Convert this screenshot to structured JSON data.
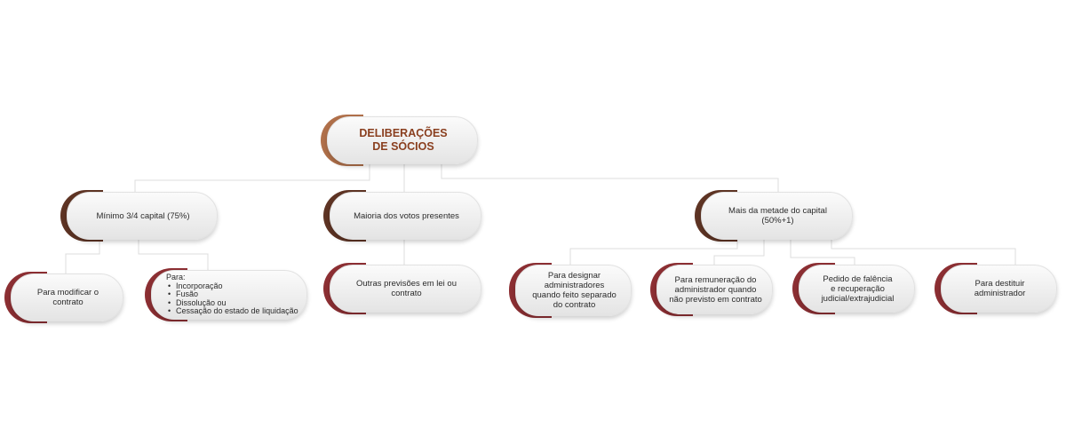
{
  "colors": {
    "accent_root": "#b0704a",
    "accent_brown": "#5e3424",
    "accent_red": "#8c2f33",
    "connector": "#dcdcdc",
    "title_text": "#8a3f1f"
  },
  "diagram": {
    "root": {
      "label_line1": "DELIBERAÇÕES",
      "label_line2": "DE SÓCIOS"
    },
    "level1": [
      {
        "label": "Mínimo 3/4 capital (75%)"
      },
      {
        "label": "Maioria dos votos presentes"
      },
      {
        "label": "Mais da metade do capital (50%+1)"
      }
    ],
    "level2": {
      "modificar": {
        "label_line1": "Para modificar o",
        "label_line2": "contrato"
      },
      "para_list": {
        "heading": "Para:",
        "items": [
          "Incorporação",
          "Fusão",
          "Dissolução ou",
          "Cessação do estado de liquidação"
        ]
      },
      "outras": {
        "label": "Outras previsões em lei ou contrato"
      },
      "designar": {
        "lines": [
          "Para designar",
          "administradores",
          "quando feito separado",
          "do contrato"
        ]
      },
      "remuneracao": {
        "lines": [
          "Para remuneração do",
          "administrador quando",
          "não previsto em contrato"
        ]
      },
      "falencia": {
        "lines": [
          "Pedido de falência",
          "e recuperação",
          "judicial/extrajudicial"
        ]
      },
      "destituir": {
        "lines": [
          "Para destituir",
          "administrador"
        ]
      }
    }
  }
}
